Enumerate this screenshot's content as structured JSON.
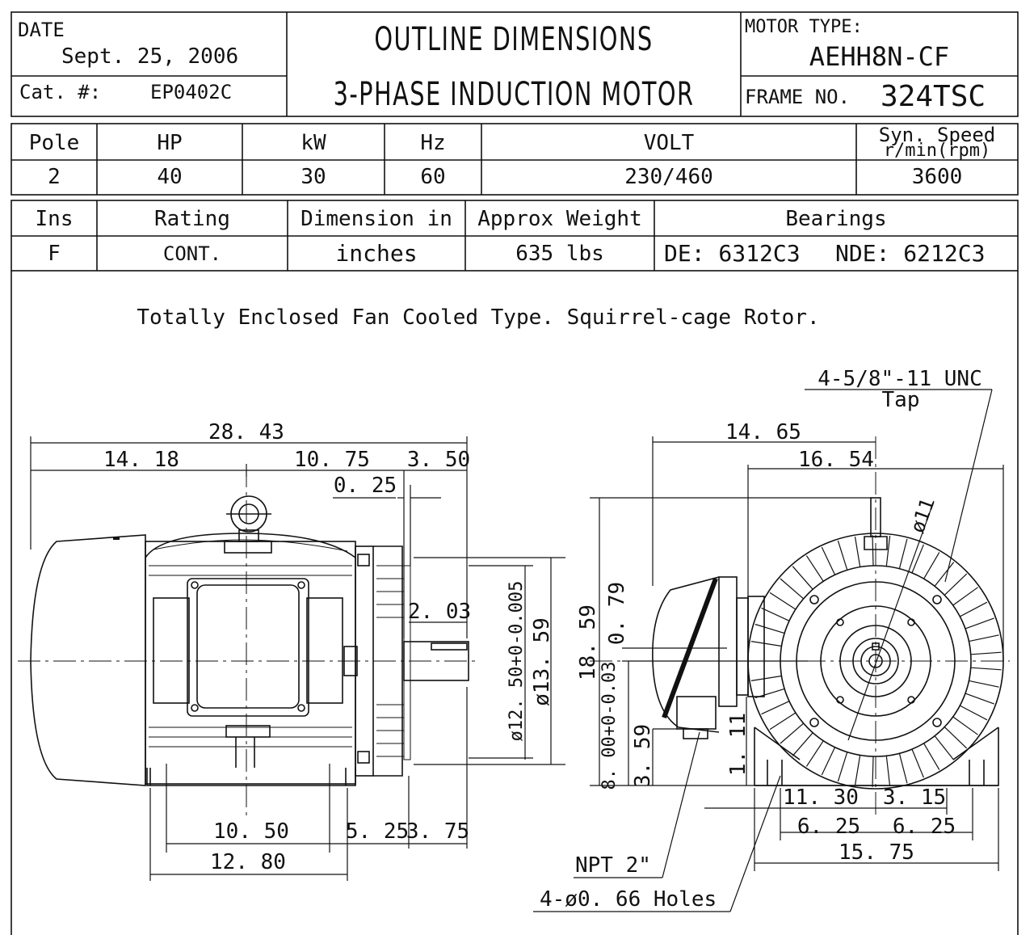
{
  "header": {
    "date_label": "DATE",
    "date_value": "Sept. 25, 2006",
    "cat_label": "Cat. #:",
    "cat_value": "EP0402C",
    "title": "OUTLINE DIMENSIONS",
    "subtitle": "3-PHASE INDUCTION MOTOR",
    "motor_type_label": "MOTOR TYPE:",
    "motor_type_value": "AEHH8N-CF",
    "frame_label": "FRAME NO.",
    "frame_value": "324TSC"
  },
  "ratings": {
    "headers": [
      "Pole",
      "HP",
      "kW",
      "Hz",
      "VOLT",
      "Syn. Speed",
      "r/min(rpm)"
    ],
    "values": [
      "2",
      "40",
      "30",
      "60",
      "230/460",
      "3600"
    ]
  },
  "details": {
    "headers": [
      "Ins",
      "Rating",
      "Dimension in",
      "Approx Weight",
      "Bearings"
    ],
    "values": [
      "F",
      "CONT.",
      "inches",
      "635 lbs"
    ],
    "de": "DE: 6312C3",
    "nde": "NDE: 6212C3"
  },
  "description": "Totally Enclosed Fan Cooled Type. Squirrel-cage Rotor.",
  "dimensions": {
    "side": {
      "overall": "28. 43",
      "left": "14. 18",
      "mid": "10. 75",
      "right": "3. 50",
      "gap": "0. 25",
      "key": "2. 03",
      "shaft_dia": "ø12. 50+0-0.005",
      "flange_dia": "ø13. 59",
      "foot_a": "10. 50",
      "foot_b": "5. 25",
      "foot_c": "3. 75",
      "base": "12. 80"
    },
    "end": {
      "tap": "4-5/8\"-11 UNC",
      "tap2": "Tap",
      "width_a": "14. 65",
      "width_b": "16. 54",
      "bolt_dia": "ø11",
      "height": "18. 59",
      "shaft_off": "0. 79",
      "center": "8. 00+0-0.03",
      "foot_h": "3. 59",
      "foot_t": "1. 11",
      "w1": "11. 30",
      "w2": "3. 15",
      "w3": "6. 25",
      "w4": "6. 25",
      "w5": "15. 75",
      "npt": "NPT 2\"",
      "holes": "4-ø0. 66 Holes"
    }
  }
}
